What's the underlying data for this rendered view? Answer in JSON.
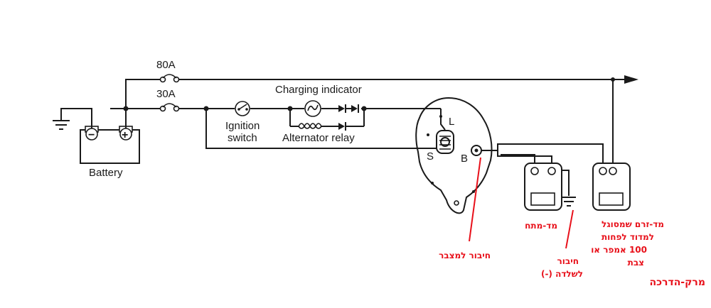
{
  "labels": {
    "fuse_main": "80A",
    "fuse_ign": "30A",
    "charging_indicator": "Charging indicator",
    "ignition_switch_1": "Ignition",
    "ignition_switch_2": "switch",
    "alternator_relay": "Alternator relay",
    "battery": "Battery",
    "terminal_l": "L",
    "terminal_s": "S",
    "terminal_b": "B",
    "battery_neg": "−",
    "battery_pos": "+"
  },
  "annotations": {
    "ammeter": [
      "מד-זרם שמסוגל",
      "למדוד לפחות",
      "100 אמפר או",
      "צבת"
    ],
    "voltmeter": "מד-מתח",
    "battery_connection": "חיבור למצבר",
    "ground_connection": [
      "חיבור",
      "לשלדה (-)"
    ],
    "watermark": "מרק-הדרכה"
  },
  "colors": {
    "line": "#1a1a1a",
    "annotation": "#e8101a",
    "background": "#ffffff"
  }
}
